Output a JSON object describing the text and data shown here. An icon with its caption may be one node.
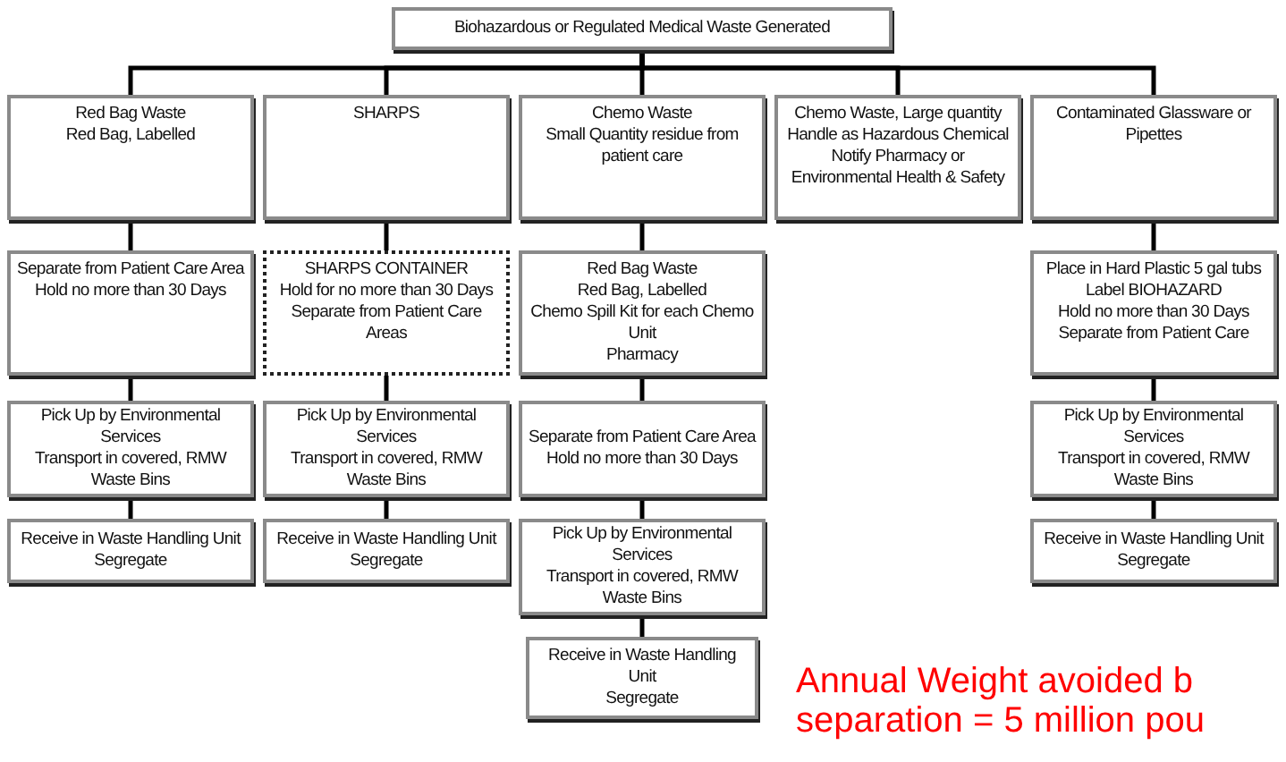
{
  "diagram": {
    "nodes": [
      {
        "text": [
          "Biohazardous or Regulated Medical Waste Generated"
        ]
      },
      {
        "text": [
          "Red Bag Waste",
          "Red Bag, Labelled"
        ]
      },
      {
        "text": [
          "SHARPS"
        ]
      },
      {
        "text": [
          "Chemo Waste",
          "Small Quantity residue from patient care"
        ]
      },
      {
        "text": [
          "Chemo Waste, Large quantity",
          "Handle as Hazardous Chemical",
          "Notify Pharmacy or",
          "Environmental Health & Safety"
        ]
      },
      {
        "text": [
          "Contaminated Glassware or Pipettes"
        ]
      },
      {
        "text": [
          "Separate from Patient Care Area",
          "Hold no more than 30 Days"
        ]
      },
      {
        "text": [
          "SHARPS CONTAINER",
          "Hold for no more than 30 Days",
          "Separate from Patient Care Areas"
        ]
      },
      {
        "text": [
          "Red Bag Waste",
          "Red Bag, Labelled",
          "Chemo Spill Kit for each Chemo Unit",
          "Pharmacy"
        ]
      },
      {
        "text": [
          "Place in Hard Plastic 5 gal tubs",
          "Label BIOHAZARD",
          "Hold no more than 30 Days",
          "Separate from Patient Care"
        ]
      },
      {
        "text": [
          "Pick Up by Environmental Services",
          "Transport in covered, RMW Waste Bins"
        ]
      },
      {
        "text": [
          "Pick Up by Environmental Services",
          "Transport in covered, RMW Waste Bins"
        ]
      },
      {
        "text": [
          "Separate from Patient Care Area",
          "Hold no more than 30 Days"
        ]
      },
      {
        "text": [
          "Pick Up by Environmental Services",
          "Transport in covered, RMW Waste Bins"
        ]
      },
      {
        "text": [
          "Receive in Waste Handling Unit",
          "Segregate"
        ]
      },
      {
        "text": [
          "Receive in Waste Handling Unit",
          "Segregate"
        ]
      },
      {
        "text": [
          "Pick Up by Environmental Services",
          "Transport in covered, RMW Waste Bins"
        ]
      },
      {
        "text": [
          "Receive in Waste Handling Unit",
          "Segregate"
        ]
      },
      {
        "text": [
          "Receive in Waste Handling Unit",
          "Segregate"
        ]
      }
    ],
    "edges": [
      {
        "from": 0,
        "to": 1,
        "arrow": "none"
      },
      {
        "from": 0,
        "to": 2,
        "arrow": "none"
      },
      {
        "from": 0,
        "to": 3,
        "arrow": "none"
      },
      {
        "from": 0,
        "to": 4,
        "arrow": "none"
      },
      {
        "from": 0,
        "to": 5,
        "arrow": "none"
      },
      {
        "from": 1,
        "to": 6,
        "arrow": "none"
      },
      {
        "from": 2,
        "to": 7,
        "arrow": "none"
      },
      {
        "from": 3,
        "to": 8,
        "arrow": "none"
      },
      {
        "from": 5,
        "to": 9,
        "arrow": "none"
      },
      {
        "from": 6,
        "to": 10,
        "arrow": "none"
      },
      {
        "from": 7,
        "to": 11,
        "arrow": "none"
      },
      {
        "from": 8,
        "to": 12,
        "arrow": "none"
      },
      {
        "from": 9,
        "to": 13,
        "arrow": "none"
      },
      {
        "from": 10,
        "to": 14,
        "arrow": "none"
      },
      {
        "from": 11,
        "to": 15,
        "arrow": "none"
      },
      {
        "from": 12,
        "to": 16,
        "arrow": "none"
      },
      {
        "from": 13,
        "to": 17,
        "arrow": "none"
      },
      {
        "from": 16,
        "to": 18,
        "arrow": "none"
      }
    ],
    "labels": [
      "Annual Weight avoided b",
      "separation = 5 million pou"
    ]
  }
}
